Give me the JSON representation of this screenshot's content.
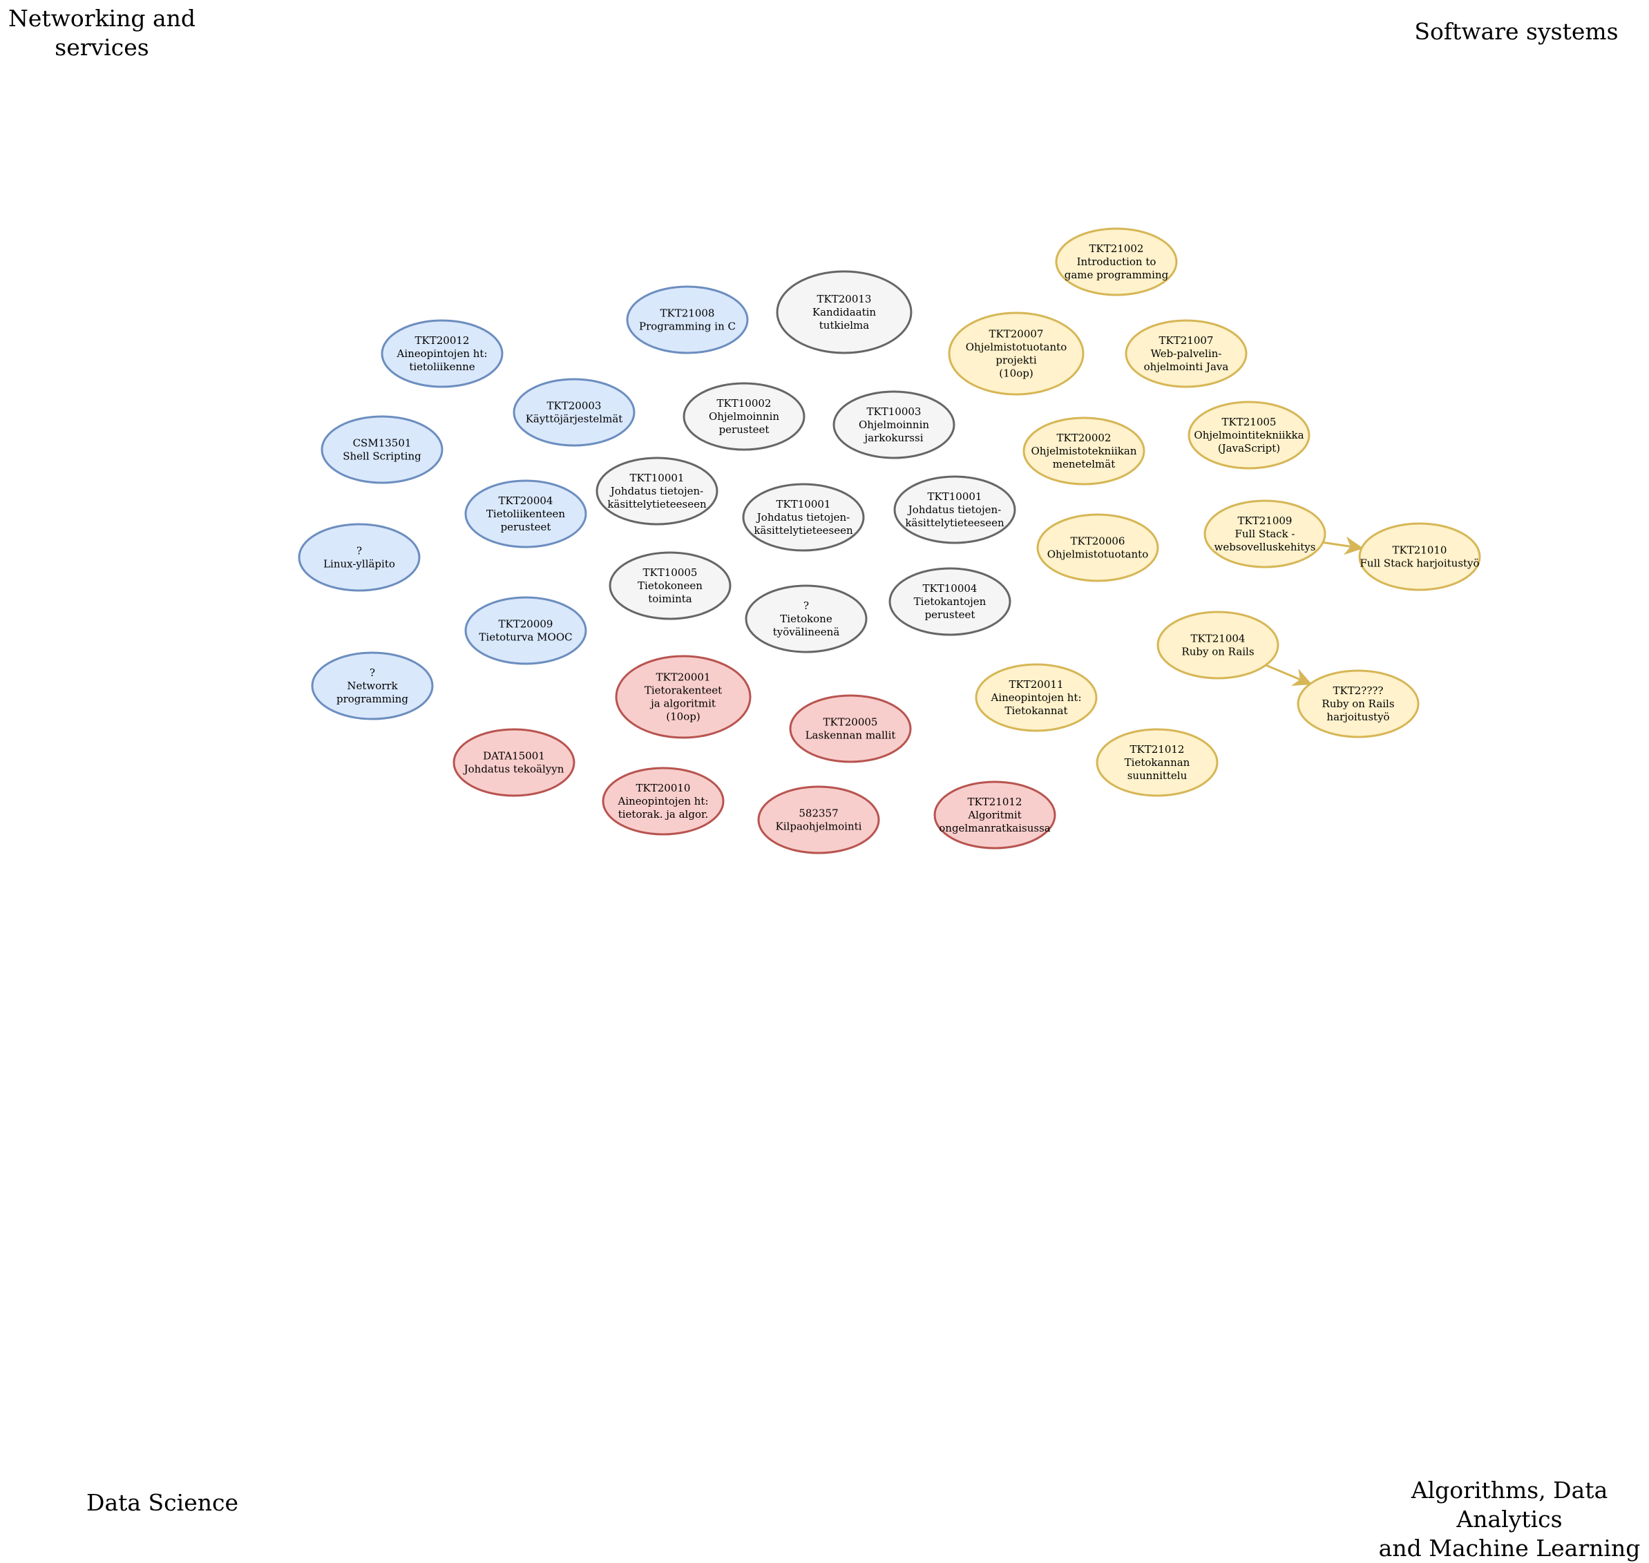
{
  "corners": {
    "top_left": "Networking and\nservices",
    "top_right": "Software systems",
    "bottom_left": "Data Science",
    "bottom_right": "Algorithms, Data Analytics\nand Machine Learning"
  },
  "colors": {
    "gray": {
      "fill": "#f5f5f5",
      "stroke": "#666666"
    },
    "blue": {
      "fill": "#dae8fc",
      "stroke": "#6c8ebf"
    },
    "yellow": {
      "fill": "#fff2cc",
      "stroke": "#d6b656"
    },
    "red": {
      "fill": "#f8cecc",
      "stroke": "#b85450"
    }
  },
  "nodes": [
    {
      "id": "TKT21008",
      "group": "blue",
      "lines": [
        "TKT21008",
        "Programming in C"
      ]
    },
    {
      "id": "TKT20013",
      "group": "gray",
      "lines": [
        "TKT20013",
        "Kandidaatin",
        "tutkielma"
      ]
    },
    {
      "id": "TKT21002",
      "group": "yellow",
      "lines": [
        "TKT21002",
        "Introduction to",
        "game programming"
      ]
    },
    {
      "id": "TKT20012",
      "group": "blue",
      "lines": [
        "TKT20012",
        "Aineopintojen ht:",
        "tietoliikenne"
      ]
    },
    {
      "id": "TKT20007",
      "group": "yellow",
      "lines": [
        "TKT20007",
        "Ohjelmistotuotanto",
        "projekti",
        "(10op)"
      ]
    },
    {
      "id": "TKT21007",
      "group": "yellow",
      "lines": [
        "TKT21007",
        "Web-palvelin-",
        "ohjelmointi Java"
      ]
    },
    {
      "id": "TKT20003",
      "group": "blue",
      "lines": [
        "TKT20003",
        "Käyttöjärjestelmät"
      ]
    },
    {
      "id": "TKT10002",
      "group": "gray",
      "lines": [
        "TKT10002",
        "Ohjelmoinnin",
        "perusteet"
      ]
    },
    {
      "id": "TKT10003",
      "group": "gray",
      "lines": [
        "TKT10003",
        "Ohjelmoinnin",
        "jarkokurssi"
      ]
    },
    {
      "id": "CSM13501",
      "group": "blue",
      "lines": [
        "CSM13501",
        "Shell Scripting"
      ]
    },
    {
      "id": "TKT20002",
      "group": "yellow",
      "lines": [
        "TKT20002",
        "Ohjelmistotekniikan",
        "menetelmät"
      ]
    },
    {
      "id": "TKT21005",
      "group": "yellow",
      "lines": [
        "TKT21005",
        "Ohjelmointitekniikka",
        "(JavaScript)"
      ]
    },
    {
      "id": "TKT10001a",
      "group": "gray",
      "lines": [
        "TKT10001",
        "Johdatus tietojen-",
        "käsittelytieteeseen"
      ]
    },
    {
      "id": "TKT20004",
      "group": "blue",
      "lines": [
        "TKT20004",
        "Tietoliikenteen",
        "perusteet"
      ]
    },
    {
      "id": "TKT10001b",
      "group": "gray",
      "lines": [
        "TKT10001",
        "Johdatus tietojen-",
        "käsittelytieteeseen"
      ]
    },
    {
      "id": "TKT10001c",
      "group": "gray",
      "lines": [
        "TKT10001",
        "Johdatus tietojen-",
        "käsittelytieteeseen"
      ]
    },
    {
      "id": "TKT21009",
      "group": "yellow",
      "lines": [
        "TKT21009",
        "Full Stack -",
        "websovelluskehitys"
      ]
    },
    {
      "id": "Linux",
      "group": "blue",
      "lines": [
        "?",
        "Linux-ylläpito"
      ]
    },
    {
      "id": "TKT20006",
      "group": "yellow",
      "lines": [
        "TKT20006",
        "Ohjelmistotuotanto"
      ]
    },
    {
      "id": "TKT21010",
      "group": "yellow",
      "lines": [
        "TKT21010",
        "Full Stack harjoitustyö"
      ]
    },
    {
      "id": "TKT10005",
      "group": "gray",
      "lines": [
        "TKT10005",
        "Tietokoneen",
        "toiminta"
      ]
    },
    {
      "id": "TKT10004",
      "group": "gray",
      "lines": [
        "TKT10004",
        "Tietokantojen",
        "perusteet"
      ]
    },
    {
      "id": "Tietokone",
      "group": "gray",
      "lines": [
        "?",
        "Tietokone",
        "työvälineenä"
      ]
    },
    {
      "id": "TKT20009",
      "group": "blue",
      "lines": [
        "TKT20009",
        "Tietoturva MOOC"
      ]
    },
    {
      "id": "TKT21004",
      "group": "yellow",
      "lines": [
        "TKT21004",
        "Ruby on Rails"
      ]
    },
    {
      "id": "Network",
      "group": "blue",
      "lines": [
        "?",
        "Networrk",
        "programming"
      ]
    },
    {
      "id": "TKT20001",
      "group": "red",
      "lines": [
        "TKT20001",
        "Tietorakenteet",
        "ja algoritmit",
        "(10op)"
      ]
    },
    {
      "id": "TKT20011",
      "group": "yellow",
      "lines": [
        "TKT20011",
        "Aineopintojen ht:",
        "Tietokannat"
      ]
    },
    {
      "id": "TKT2xxxx",
      "group": "yellow",
      "lines": [
        "TKT2????",
        "Ruby on Rails",
        "harjoitustyö"
      ]
    },
    {
      "id": "TKT20005",
      "group": "red",
      "lines": [
        "TKT20005",
        "Laskennan mallit"
      ]
    },
    {
      "id": "DATA15001",
      "group": "red",
      "lines": [
        "DATA15001",
        "Johdatus tekoälyyn"
      ]
    },
    {
      "id": "TKT21012a",
      "group": "yellow",
      "lines": [
        "TKT21012",
        "Tietokannan",
        "suunnittelu"
      ]
    },
    {
      "id": "TKT20010",
      "group": "red",
      "lines": [
        "TKT20010",
        "Aineopintojen ht:",
        "tietorak. ja algor."
      ]
    },
    {
      "id": "582357",
      "group": "red",
      "lines": [
        "582357",
        "Kilpaohjelmointi"
      ]
    },
    {
      "id": "TKT21012b",
      "group": "red",
      "lines": [
        "TKT21012",
        "Algoritmit",
        "ongelmanratkaisussa"
      ]
    }
  ],
  "edges": [
    {
      "from": "TKT21009",
      "to": "TKT21010"
    },
    {
      "from": "TKT21004",
      "to": "TKT2xxxx"
    }
  ]
}
